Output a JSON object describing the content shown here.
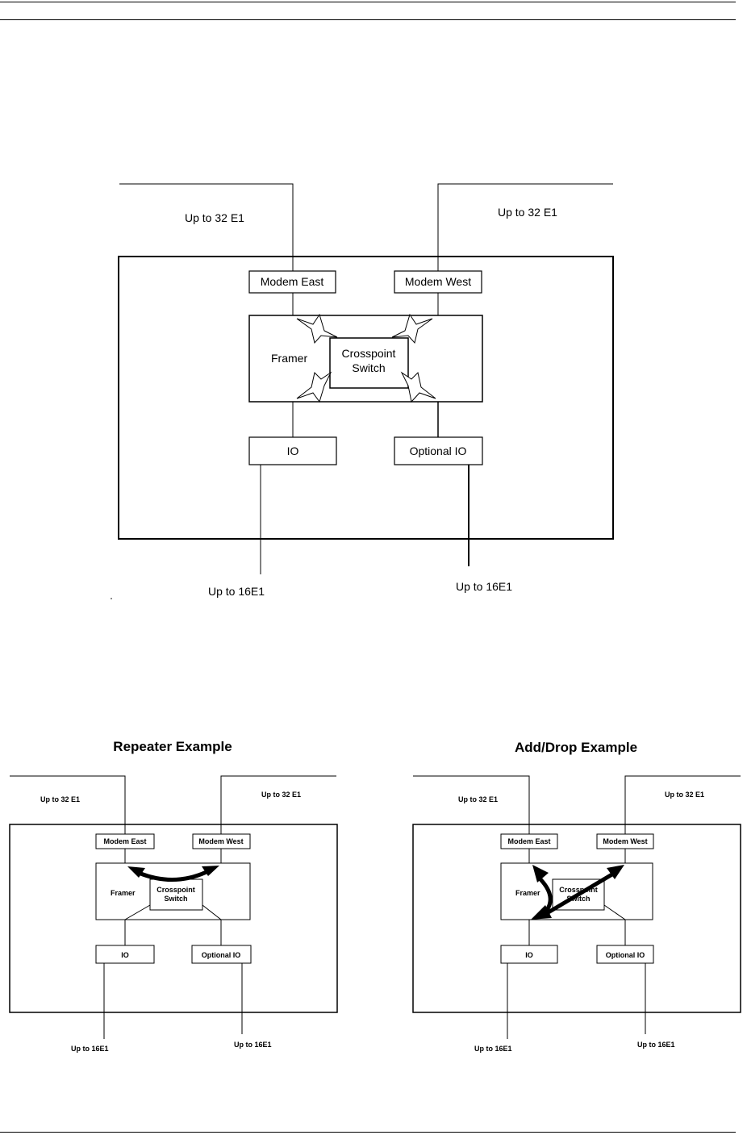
{
  "main_diagram": {
    "top_left_label": "Up to 32 E1",
    "top_right_label": "Up to 32 E1",
    "modem_east": "Modem East",
    "modem_west": "Modem West",
    "framer": "Framer",
    "crosspoint_line1": "Crosspoint",
    "crosspoint_line2": "Switch",
    "io": "IO",
    "optional_io": "Optional  IO",
    "bottom_left_label": "Up to 16E1",
    "bottom_right_label": "Up to 16E1"
  },
  "repeater": {
    "title": "Repeater Example",
    "top_left_label": "Up to 32 E1",
    "top_right_label": "Up to 32 E1",
    "modem_east": "Modem East",
    "modem_west": "Modem West",
    "framer": "Framer",
    "crosspoint_line1": "Crosspoint",
    "crosspoint_line2": "Switch",
    "io": "IO",
    "optional_io": "Optional  IO",
    "bottom_left_label": "Up to 16E1",
    "bottom_right_label": "Up to 16E1"
  },
  "add_drop": {
    "title": "Add/Drop Example",
    "top_left_label": "Up to 32 E1",
    "top_right_label": "Up to 32 E1",
    "modem_east": "Modem East",
    "modem_west": "Modem West",
    "framer": "Framer",
    "crosspoint_line1": "Crosspoint",
    "crosspoint_line2": "Switch",
    "io": "IO",
    "optional_io": "Optional  IO",
    "bottom_left_label": "Up to 16E1",
    "bottom_right_label": "Up to 16E1"
  }
}
